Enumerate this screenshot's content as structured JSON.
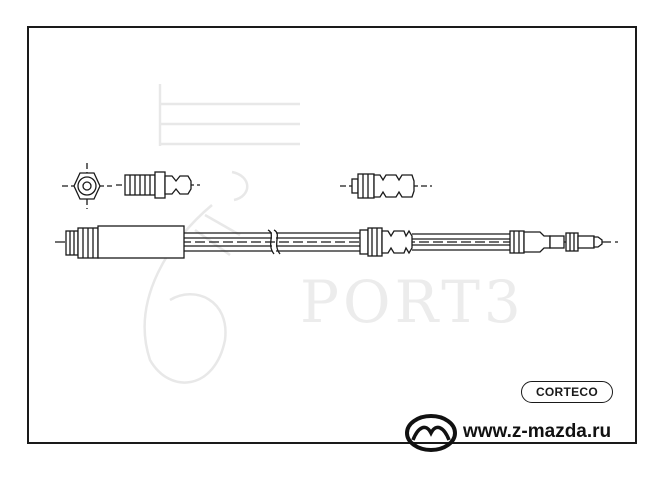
{
  "brand_label": "CORTECO",
  "watermark": {
    "text": "PORT3"
  },
  "site": {
    "url": "www.z-mazda.ru"
  },
  "colors": {
    "line": "#1a1a1a",
    "watermark": "#e6e6e6",
    "background": "#ffffff"
  },
  "icons": {
    "logo": "mazda-logo-icon"
  }
}
